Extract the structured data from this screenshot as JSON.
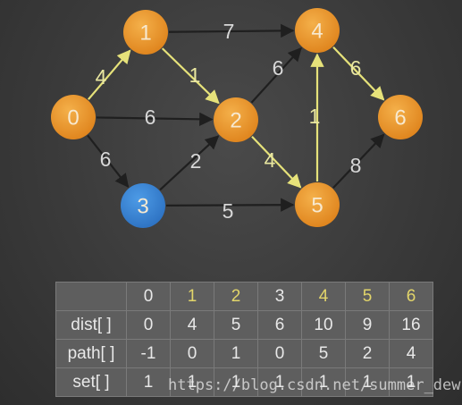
{
  "graph": {
    "nodes": [
      {
        "id": "0",
        "label": "0",
        "color": "#e8952a"
      },
      {
        "id": "1",
        "label": "1",
        "color": "#e8952a"
      },
      {
        "id": "2",
        "label": "2",
        "color": "#e8952a"
      },
      {
        "id": "3",
        "label": "3",
        "color": "#3a86d4"
      },
      {
        "id": "4",
        "label": "4",
        "color": "#e8952a"
      },
      {
        "id": "5",
        "label": "5",
        "color": "#e8952a"
      },
      {
        "id": "6",
        "label": "6",
        "color": "#e8952a"
      }
    ],
    "edges": [
      {
        "from": "0",
        "to": "1",
        "weight": "4",
        "highlight": true
      },
      {
        "from": "0",
        "to": "2",
        "weight": "6",
        "highlight": false
      },
      {
        "from": "0",
        "to": "3",
        "weight": "6",
        "highlight": false
      },
      {
        "from": "1",
        "to": "4",
        "weight": "7",
        "highlight": false
      },
      {
        "from": "1",
        "to": "2",
        "weight": "1",
        "highlight": true
      },
      {
        "from": "3",
        "to": "2",
        "weight": "2",
        "highlight": false
      },
      {
        "from": "2",
        "to": "4",
        "weight": "6",
        "highlight": false
      },
      {
        "from": "2",
        "to": "5",
        "weight": "4",
        "highlight": true
      },
      {
        "from": "3",
        "to": "5",
        "weight": "5",
        "highlight": false
      },
      {
        "from": "5",
        "to": "4",
        "weight": "1",
        "highlight": true
      },
      {
        "from": "4",
        "to": "6",
        "weight": "6",
        "highlight": true
      },
      {
        "from": "5",
        "to": "6",
        "weight": "8",
        "highlight": false
      }
    ],
    "colors": {
      "edge": "#1f1f1f",
      "highlight_edge": "#e6e27a"
    }
  },
  "table": {
    "columns": [
      {
        "label": "0",
        "highlight": false
      },
      {
        "label": "1",
        "highlight": true
      },
      {
        "label": "2",
        "highlight": true
      },
      {
        "label": "3",
        "highlight": false
      },
      {
        "label": "4",
        "highlight": true
      },
      {
        "label": "5",
        "highlight": true
      },
      {
        "label": "6",
        "highlight": true
      }
    ],
    "rows": [
      {
        "label": "dist[ ]",
        "values": [
          "0",
          "4",
          "5",
          "6",
          "10",
          "9",
          "16"
        ]
      },
      {
        "label": "path[ ]",
        "values": [
          "-1",
          "0",
          "1",
          "0",
          "5",
          "2",
          "4"
        ]
      },
      {
        "label": "set[ ]",
        "values": [
          "1",
          "1",
          "1",
          "1",
          "1",
          "1",
          "1"
        ]
      }
    ]
  },
  "watermark": "https://blog.csdn.net/summer_dew"
}
